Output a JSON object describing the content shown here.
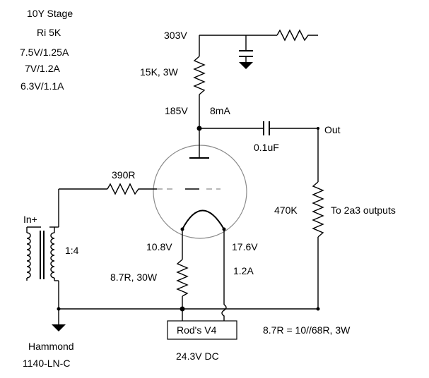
{
  "notes": {
    "stage": "10Y Stage",
    "ri": "Ri 5K",
    "op1": "7.5V/1.25A",
    "op2": "7V/1.2A",
    "op3": "6.3V/1.1A"
  },
  "labels": {
    "b_plus": "303V",
    "r_plate": "15K, 3W",
    "v_plate": "185V",
    "i_plate": "8mA",
    "out": "Out",
    "cap": "0.1uF",
    "r_grid": "390R",
    "r_load": "470K",
    "to_outputs": "To 2a3 outputs",
    "input": "In+",
    "ratio": "1:4",
    "v_fil_left": "10.8V",
    "v_fil_right": "17.6V",
    "i_fil": "1.2A",
    "r_fil": "8.7R, 30W",
    "reg": "Rod's V4",
    "dc": "24.3V DC",
    "r_note": "8.7R = 10//68R, 3W",
    "xfmr1": "Hammond",
    "xfmr2": "1140-LN-C"
  }
}
